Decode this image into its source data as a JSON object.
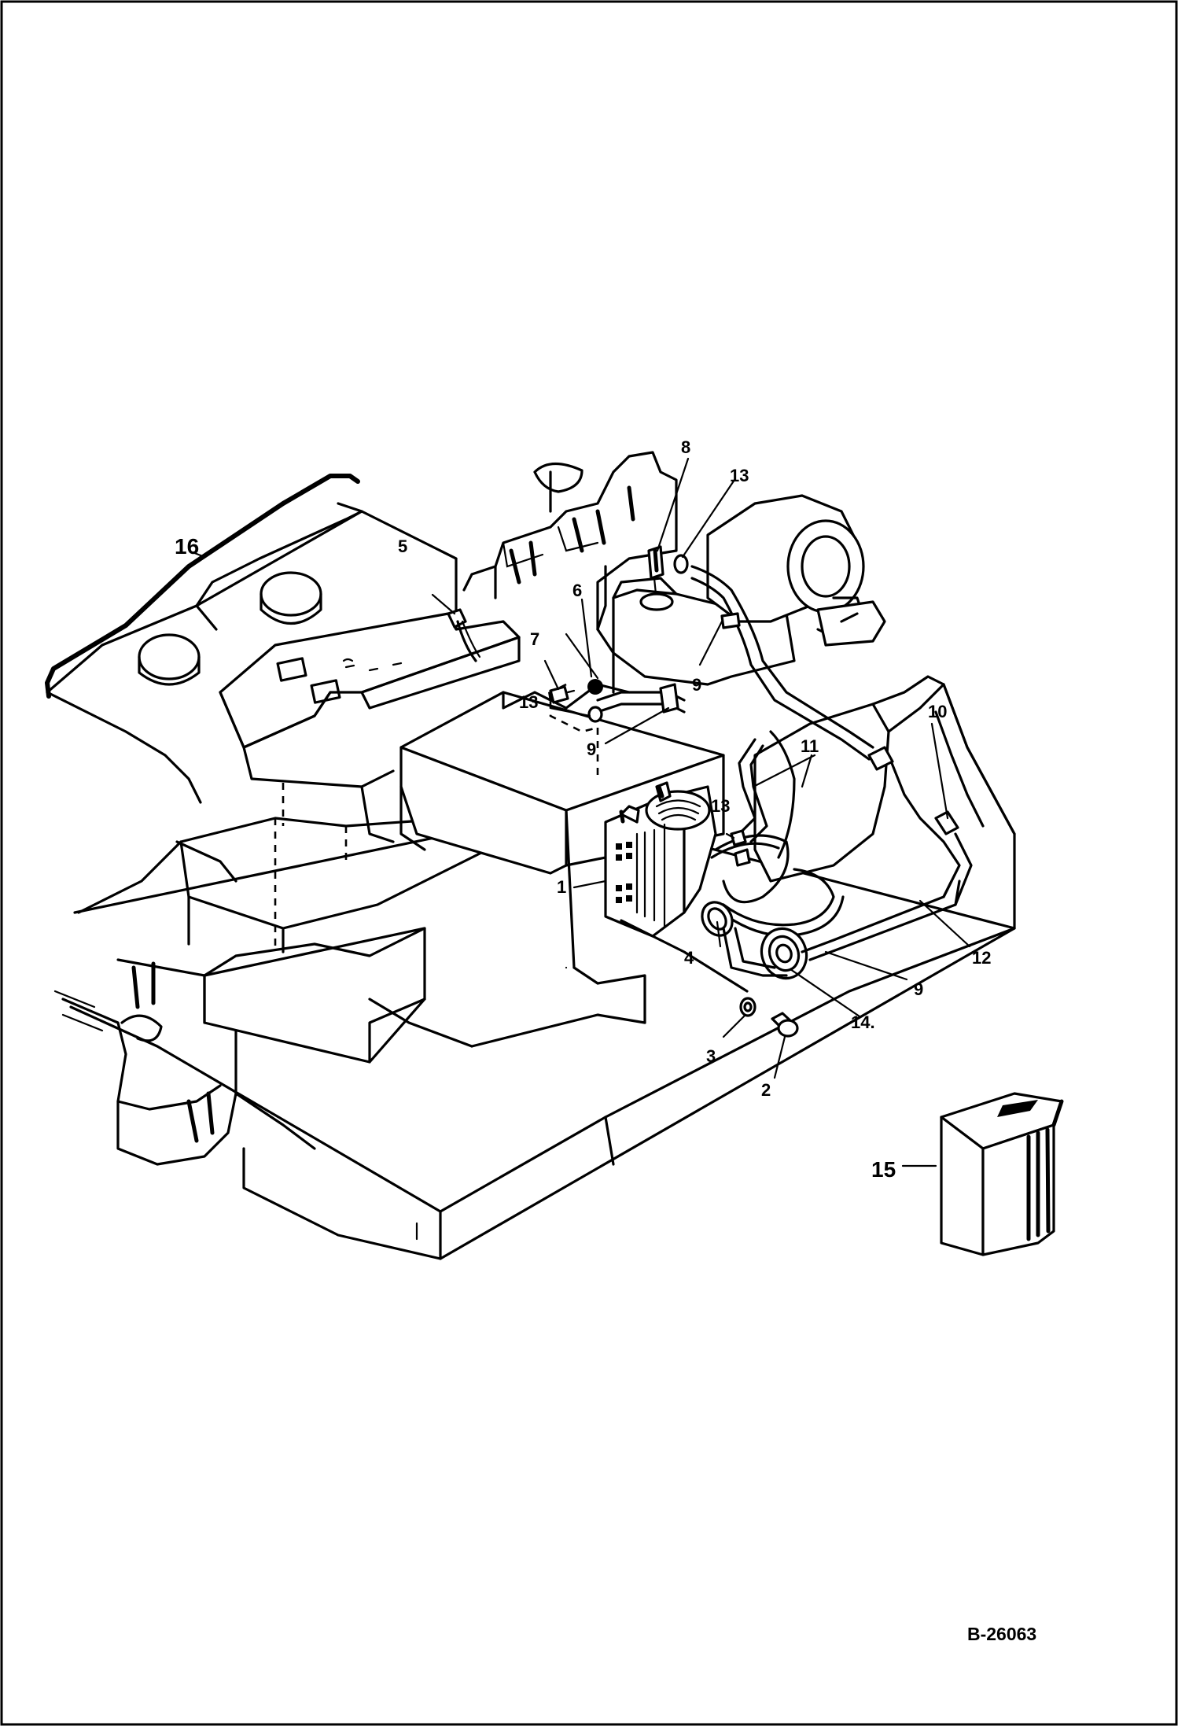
{
  "drawing_code": "B-26063",
  "callouts": {
    "c1": "1",
    "c2": "2",
    "c3": "3",
    "c4": "4",
    "c5": "5",
    "c6": "6",
    "c7": "7",
    "c8": "8",
    "c9a": "9",
    "c9b": "9",
    "c9c": "9",
    "c10": "10",
    "c11": "11",
    "c12": "12",
    "c13a": "13",
    "c13b": "13",
    "c13c": "13",
    "c14": "14.",
    "c15": "15",
    "c16": "16"
  }
}
